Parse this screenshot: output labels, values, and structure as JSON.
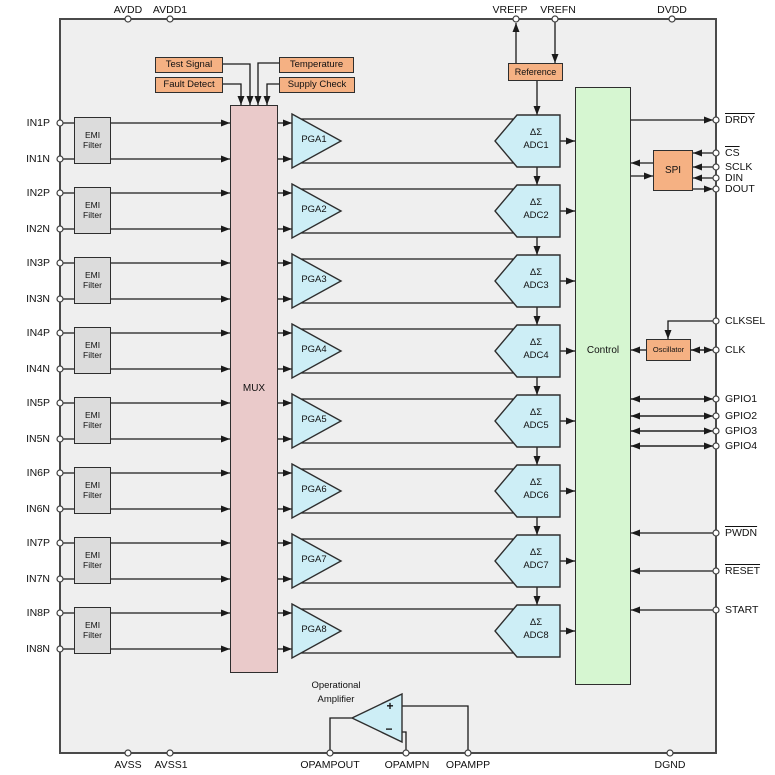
{
  "colors": {
    "chip-fill": "#efefef",
    "chip-border": "#4a4a4a",
    "wire": "#1a1a1a",
    "orange-fill": "#f5b183",
    "pink-fill": "#eacaca",
    "cyan-fill": "#cdeef6",
    "green-fill": "#d6f6d1",
    "gray-fill": "#dcdcdc",
    "box-border": "#2e2e2e",
    "text": "#111111"
  },
  "pins": {
    "top": [
      "AVDD",
      "AVDD1",
      "VREFP",
      "VREFN",
      "DVDD"
    ],
    "bottom": [
      "AVSS",
      "AVSS1",
      "OPAMPOUT",
      "OPAMPN",
      "OPAMPP",
      "DGND"
    ],
    "left": [
      "IN1P",
      "IN1N",
      "IN2P",
      "IN2N",
      "IN3P",
      "IN3N",
      "IN4P",
      "IN4N",
      "IN5P",
      "IN5N",
      "IN6P",
      "IN6N",
      "IN7P",
      "IN7N",
      "IN8P",
      "IN8N"
    ],
    "right": [
      "DRDY",
      "CS",
      "SCLK",
      "DIN",
      "DOUT",
      "CLKSEL",
      "CLK",
      "GPIO1",
      "GPIO2",
      "GPIO3",
      "GPIO4",
      "PWDN",
      "RESET",
      "START"
    ]
  },
  "blocks": {
    "mux": "MUX",
    "control": "Control",
    "spi": "SPI",
    "reference": "Reference",
    "oscillator": "Oscillator",
    "test_signal": "Test Signal",
    "fault_detect": "Fault Detect",
    "temperature": "Temperature",
    "supply_check": "Supply Check",
    "emi_line1": "EMI",
    "emi_line2": "Filter",
    "opamp_line1": "Operational",
    "opamp_line2": "Amplifier",
    "opamp_plus": "+",
    "opamp_minus": "−"
  },
  "channels": [
    {
      "pga": "PGA1",
      "adc1": "ΔΣ",
      "adc2": "ADC1"
    },
    {
      "pga": "PGA2",
      "adc1": "ΔΣ",
      "adc2": "ADC2"
    },
    {
      "pga": "PGA3",
      "adc1": "ΔΣ",
      "adc2": "ADC3"
    },
    {
      "pga": "PGA4",
      "adc1": "ΔΣ",
      "adc2": "ADC4"
    },
    {
      "pga": "PGA5",
      "adc1": "ΔΣ",
      "adc2": "ADC5"
    },
    {
      "pga": "PGA6",
      "adc1": "ΔΣ",
      "adc2": "ADC6"
    },
    {
      "pga": "PGA7",
      "adc1": "ΔΣ",
      "adc2": "ADC7"
    },
    {
      "pga": "PGA8",
      "adc1": "ΔΣ",
      "adc2": "ADC8"
    }
  ]
}
